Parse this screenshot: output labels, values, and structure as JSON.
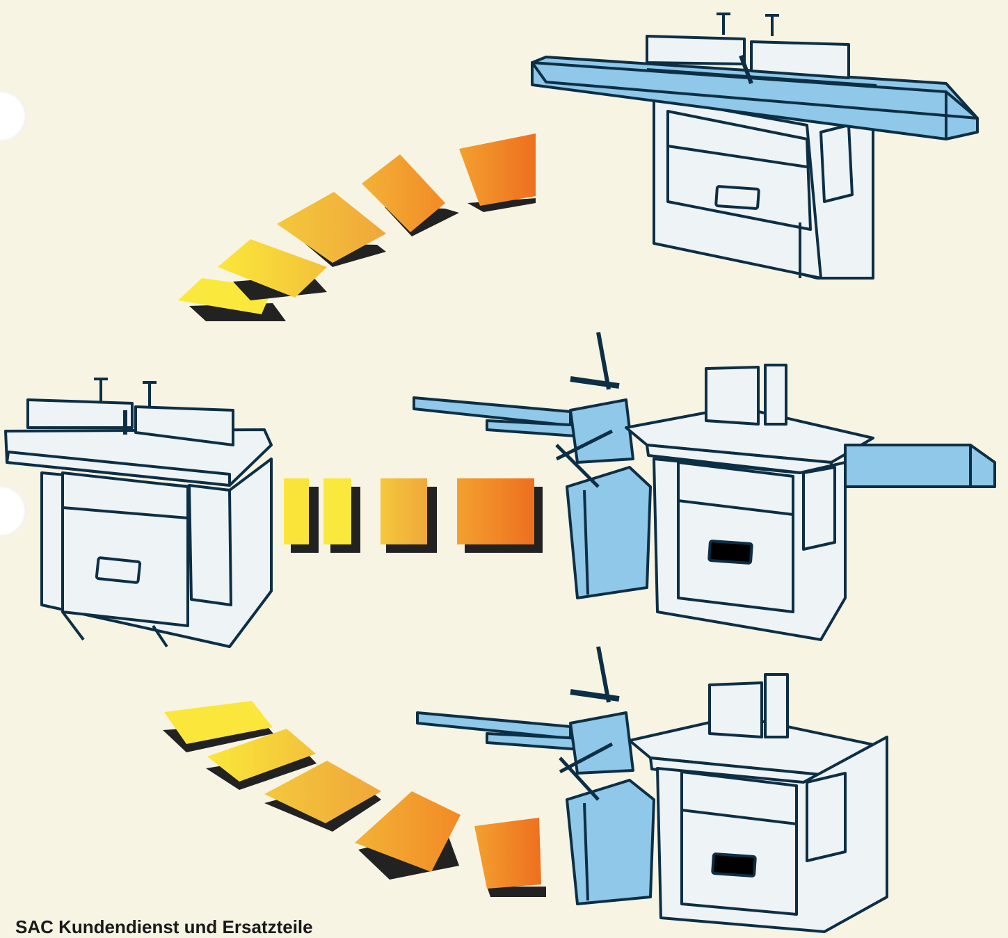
{
  "caption": "SAC Kundendienst und Ersatzteile",
  "colors": {
    "background": "#f7f4e4",
    "machine_body": "#eef3f6",
    "outline": "#0d2f45",
    "accessory_blue": "#8fc8e8",
    "shadow": "#222222",
    "gradient_start": "#fbe73a",
    "gradient_end": "#f07a22"
  },
  "machines": [
    {
      "name": "spindle-moulder-with-extended-table",
      "accent": "table-extension"
    },
    {
      "name": "spindle-moulder-base",
      "accent": "none"
    },
    {
      "name": "spindle-moulder-with-sliding-carriage-and-extension",
      "accent": "carriage-and-extension"
    },
    {
      "name": "spindle-moulder-with-sliding-carriage",
      "accent": "carriage"
    }
  ]
}
